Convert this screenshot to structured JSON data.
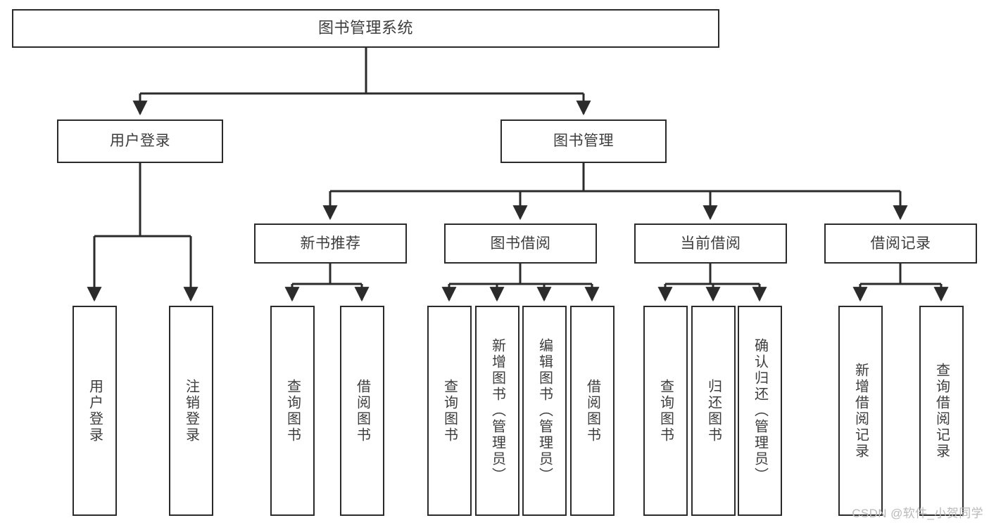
{
  "diagram": {
    "title": "图书管理系统",
    "type": "tree",
    "watermark": "CSDN @软件_小贺同学",
    "colors": {
      "box_border": "#2b2b2b",
      "connector": "#2b2b2b",
      "text": "#3d3d3d",
      "background": "#ffffff",
      "watermark": "#b9b9b9"
    },
    "nodes": {
      "root": {
        "label": "图书管理系统",
        "level": 1
      },
      "user_login": {
        "label": "用户登录",
        "level": 2
      },
      "book_manage": {
        "label": "图书管理",
        "level": 2
      },
      "new_book_rec": {
        "label": "新书推荐",
        "level": 3
      },
      "book_borrow": {
        "label": "图书借阅",
        "level": 3
      },
      "current_borrow": {
        "label": "当前借阅",
        "level": 3
      },
      "borrow_record": {
        "label": "借阅记录",
        "level": 3
      },
      "leaf_user_login": {
        "label": "用户登录",
        "level": 4
      },
      "leaf_logout": {
        "label": "注销登录",
        "level": 4
      },
      "leaf_query_book_1": {
        "label": "查询图书",
        "level": 4
      },
      "leaf_borrow_book_1": {
        "label": "借阅图书",
        "level": 4
      },
      "leaf_query_book_2": {
        "label": "查询图书",
        "level": 4
      },
      "leaf_add_book": {
        "label": "新增图书（管理员）",
        "level": 4
      },
      "leaf_edit_book": {
        "label": "编辑图书（管理员）",
        "level": 4
      },
      "leaf_borrow_book_2": {
        "label": "借阅图书",
        "level": 4
      },
      "leaf_query_book_3": {
        "label": "查询图书",
        "level": 4
      },
      "leaf_return_book": {
        "label": "归还图书",
        "level": 4
      },
      "leaf_confirm_return": {
        "label": "确认归还（管理员）",
        "level": 4
      },
      "leaf_add_record": {
        "label": "新增借阅记录",
        "level": 4
      },
      "leaf_query_record": {
        "label": "查询借阅记录",
        "level": 4
      }
    }
  }
}
